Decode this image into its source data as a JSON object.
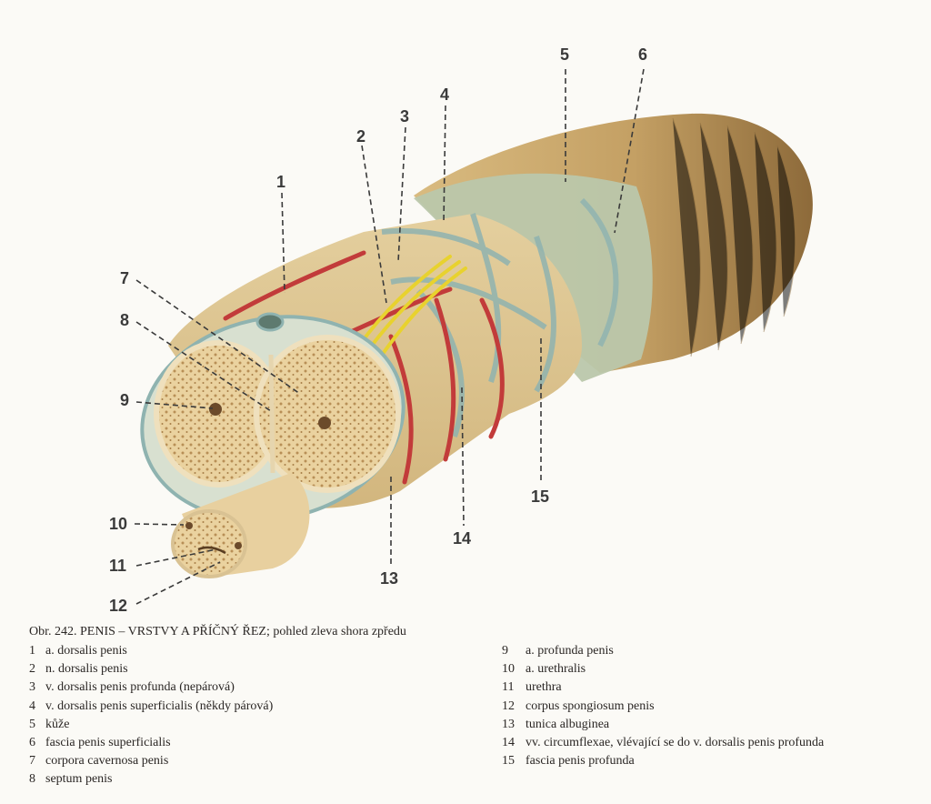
{
  "figure": {
    "caption": "Obr. 242. PENIS – VRSTVY A PŘÍČNÝ ŘEZ; pohled zleva shora zpředu",
    "callouts": [
      "1",
      "2",
      "3",
      "4",
      "5",
      "6",
      "7",
      "8",
      "9",
      "10",
      "11",
      "12",
      "13",
      "14",
      "15"
    ],
    "legend_left": [
      {
        "num": "1",
        "text": "a. dorsalis penis"
      },
      {
        "num": "2",
        "text": "n. dorsalis penis"
      },
      {
        "num": "3",
        "text": "v. dorsalis penis profunda (nepárová)"
      },
      {
        "num": "4",
        "text": "v. dorsalis penis superficialis (někdy párová)"
      },
      {
        "num": "5",
        "text": "kůže"
      },
      {
        "num": "6",
        "text": "fascia penis superficialis"
      },
      {
        "num": "7",
        "text": "corpora cavernosa penis"
      },
      {
        "num": "8",
        "text": "septum penis"
      }
    ],
    "legend_right": [
      {
        "num": "9",
        "text": "a. profunda penis"
      },
      {
        "num": "10",
        "text": "a. urethralis"
      },
      {
        "num": "11",
        "text": "urethra"
      },
      {
        "num": "12",
        "text": "corpus spongiosum penis"
      },
      {
        "num": "13",
        "text": "tunica albuginea"
      },
      {
        "num": "14",
        "text": "vv. circumflexae, vlévající se do v. dorsalis penis profunda"
      },
      {
        "num": "15",
        "text": "fascia penis profunda"
      }
    ]
  },
  "colors": {
    "skin": "#c9a86c",
    "skin_dark": "#9c7a45",
    "fascia": "#b9c6ad",
    "vein": "#8fb3b0",
    "artery": "#c23b3a",
    "nerve": "#e8d22e",
    "tissue": "#e8cd9a",
    "background": "#fbfaf6"
  }
}
